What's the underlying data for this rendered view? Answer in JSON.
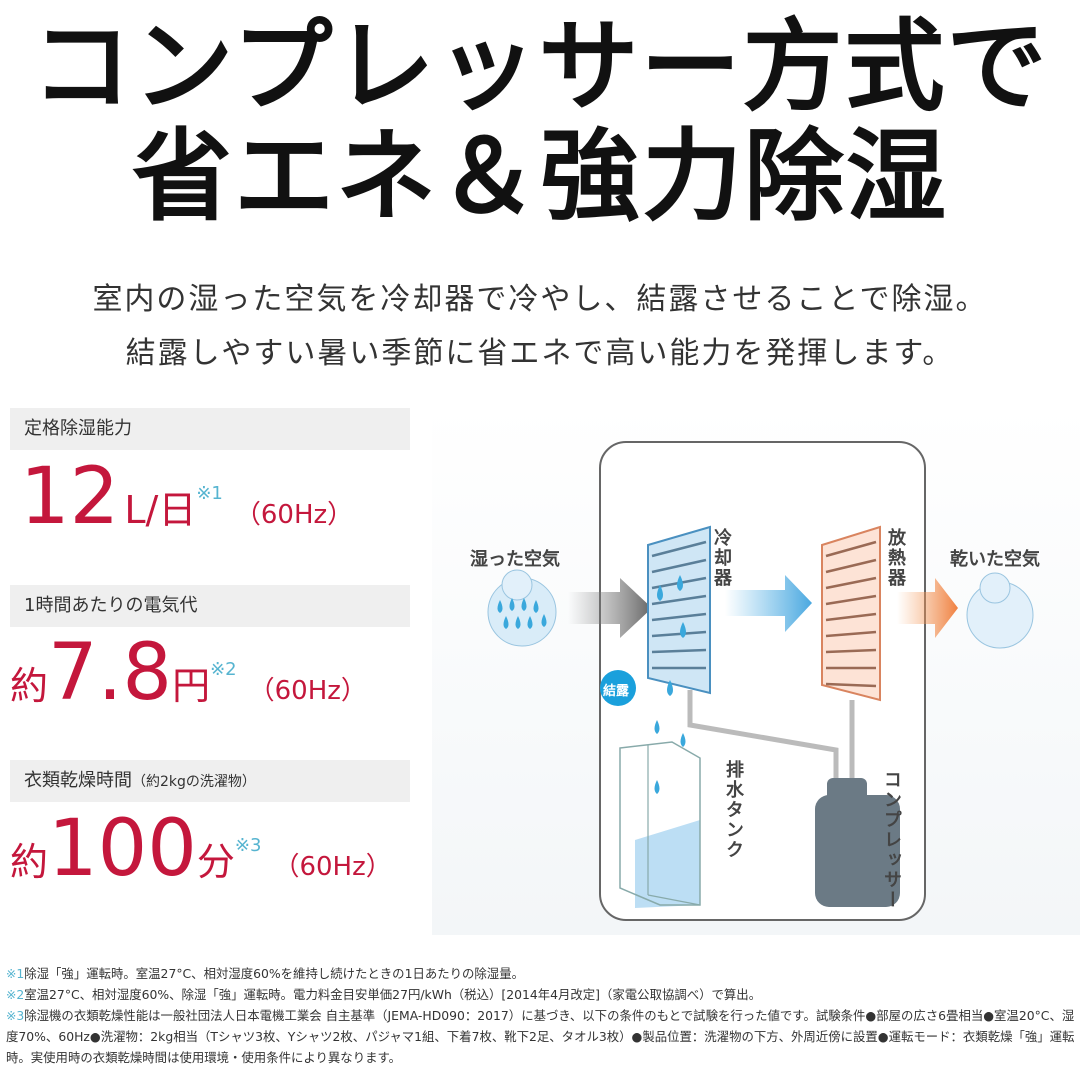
{
  "headline": {
    "line1": "コンプレッサー方式で",
    "line2": "省エネ＆強力除湿"
  },
  "subtitle": {
    "line1": "室内の湿った空気を冷却器で冷やし、結露させることで除湿。",
    "line2": "結露しやすい暑い季節に省エネで高い能力を発揮します。"
  },
  "specs": [
    {
      "label": "定格除湿能力",
      "label_note": "",
      "prefix": "",
      "value": "12",
      "unit": "L/日",
      "mark": "※1",
      "freq": "（60Hz）"
    },
    {
      "label": "1時間あたりの電気代",
      "label_note": "",
      "prefix": "約",
      "value": "7.8",
      "unit": "円",
      "mark": "※2",
      "freq": "（60Hz）"
    },
    {
      "label": "衣類乾燥時間",
      "label_note": "（約2kgの洗濯物）",
      "prefix": "約",
      "value": "100",
      "unit": "分",
      "mark": "※3",
      "freq": "（60Hz）"
    }
  ],
  "diagram": {
    "humid_air": "湿った空気",
    "dry_air": "乾いた空気",
    "cooler": "冷却器",
    "radiator": "放熱器",
    "condensation": "結露",
    "drain_tank": "排水タンク",
    "compressor": "コンプレッサー"
  },
  "footnotes": [
    {
      "mark": "※1",
      "text": "除湿「強」運転時。室温27°C、相対湿度60%を維持し続けたときの1日あたりの除湿量。"
    },
    {
      "mark": "※2",
      "text": "室温27°C、相対湿度60%、除湿「強」運転時。電力料金目安単価27円/kWh（税込）[2014年4月改定]（家電公取協調べ）で算出。"
    },
    {
      "mark": "※3",
      "text": "除湿機の衣類乾燥性能は一般社団法人日本電機工業会 自主基準（JEMA-HD090：2017）に基づき、以下の条件のもとで試験を行った値です。試験条件●部屋の広さ6畳相当●室温20°C、湿度70%、60Hz●洗濯物：2kg相当（Tシャツ3枚、Yシャツ2枚、パジャマ1組、下着7枚、靴下2足、タオル3枚）●製品位置：洗濯物の下方、外周近傍に設置●運転モード：衣類乾燥「強」運転時。実使用時の衣類乾燥時間は使用環境・使用条件により異なります。"
    }
  ],
  "colors": {
    "accent_red": "#c4173c",
    "note_blue": "#56b4d0",
    "label_bg": "#efefef"
  }
}
